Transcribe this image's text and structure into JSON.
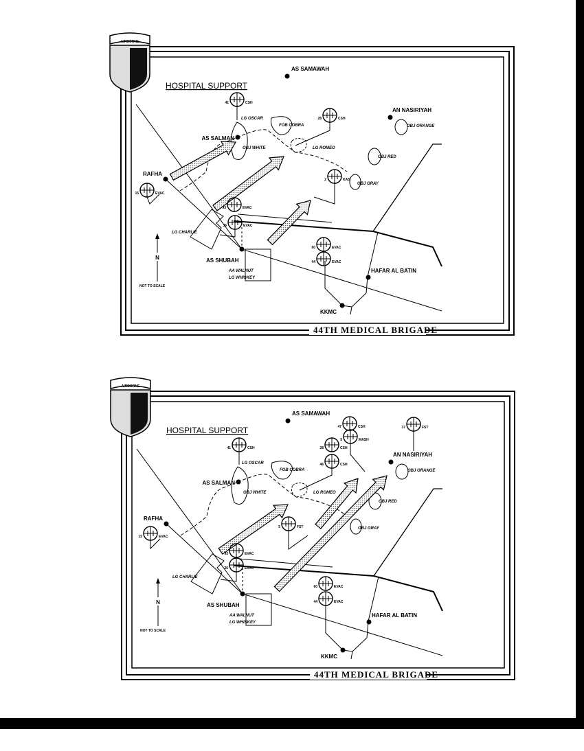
{
  "maps": [
    {
      "title": "HOSPITAL SUPPORT",
      "emblem_text": "AIRBORNE",
      "footer": "44TH MEDICAL BRIGADE",
      "places": {
        "as_samawah": "AS SAMAWAH",
        "an_nasiriyah": "AN NASIRIYAH",
        "as_salman": "AS SALMAN",
        "rafha": "RAFHA",
        "as_shubah": "AS SHUBAH",
        "hafar_al_batin": "HAFAR AL BATIN",
        "kkmc": "KKMC"
      },
      "objectives": {
        "obj_orange": "OBJ ORANGE",
        "obj_white": "OBJ WHITE",
        "obj_red": "OBJ RED",
        "obj_gray": "OBJ GRAY",
        "fob_cobra": "FOB COBRA",
        "lg_oscar": "LG OSCAR",
        "lg_romeo": "LG ROMEO",
        "lg_charlie": "LG CHARLIE",
        "aa_walnut": "AA WALNUT",
        "lg_whiskey": "LG WHISKEY"
      },
      "north": "N",
      "scale_note": "NOT TO SCALE",
      "hospitals": [
        {
          "num": "41",
          "type": "CSH"
        },
        {
          "num": "28",
          "type": "CSH"
        },
        {
          "num": "2",
          "type": "KAS"
        },
        {
          "num": "15",
          "type": "EVAC"
        },
        {
          "num": "93",
          "type": "EVAC"
        },
        {
          "num": "36",
          "type": "EVAC"
        },
        {
          "num": "60",
          "type": "EVAC"
        },
        {
          "num": "44",
          "type": "EVAC"
        }
      ]
    },
    {
      "title": "HOSPITAL SUPPORT",
      "emblem_text": "AIRBORNE",
      "footer": "44TH MEDICAL BRIGADE",
      "places": {
        "as_samawah": "AS SAMAWAH",
        "an_nasiriyah": "AN NASIRIYAH",
        "as_salman": "AS SALMAN",
        "rafha": "RAFHA",
        "as_shubah": "AS SHUBAH",
        "hafar_al_batin": "HAFAR AL BATIN",
        "kkmc": "KKMC"
      },
      "objectives": {
        "obj_orange": "OBJ ORANGE",
        "obj_white": "OBJ WHITE",
        "obj_red": "OBJ RED",
        "obj_gray": "OBJ GRAY",
        "fob_cobra": "FOB COBRA",
        "lg_oscar": "LG OSCAR",
        "lg_romeo": "LG ROMEO",
        "lg_charlie": "LG CHARLIE",
        "aa_walnut": "AA WALNUT",
        "lg_whiskey": "LG WHISKEY"
      },
      "north": "N",
      "scale_note": "NOT TO SCALE",
      "hospitals": [
        {
          "num": "41",
          "type": "CSH"
        },
        {
          "num": "47",
          "type": "CSH"
        },
        {
          "num": "5",
          "type": "MASH"
        },
        {
          "num": "28",
          "type": "CSH"
        },
        {
          "num": "46",
          "type": "CSH"
        },
        {
          "num": "37",
          "type": "FST"
        },
        {
          "num": "5",
          "type": "FST"
        },
        {
          "num": "15",
          "type": "EVAC"
        },
        {
          "num": "93",
          "type": "EVAC"
        },
        {
          "num": "36",
          "type": "EVAC"
        },
        {
          "num": "60",
          "type": "EVAC"
        },
        {
          "num": "44",
          "type": "EVAC"
        }
      ]
    }
  ]
}
